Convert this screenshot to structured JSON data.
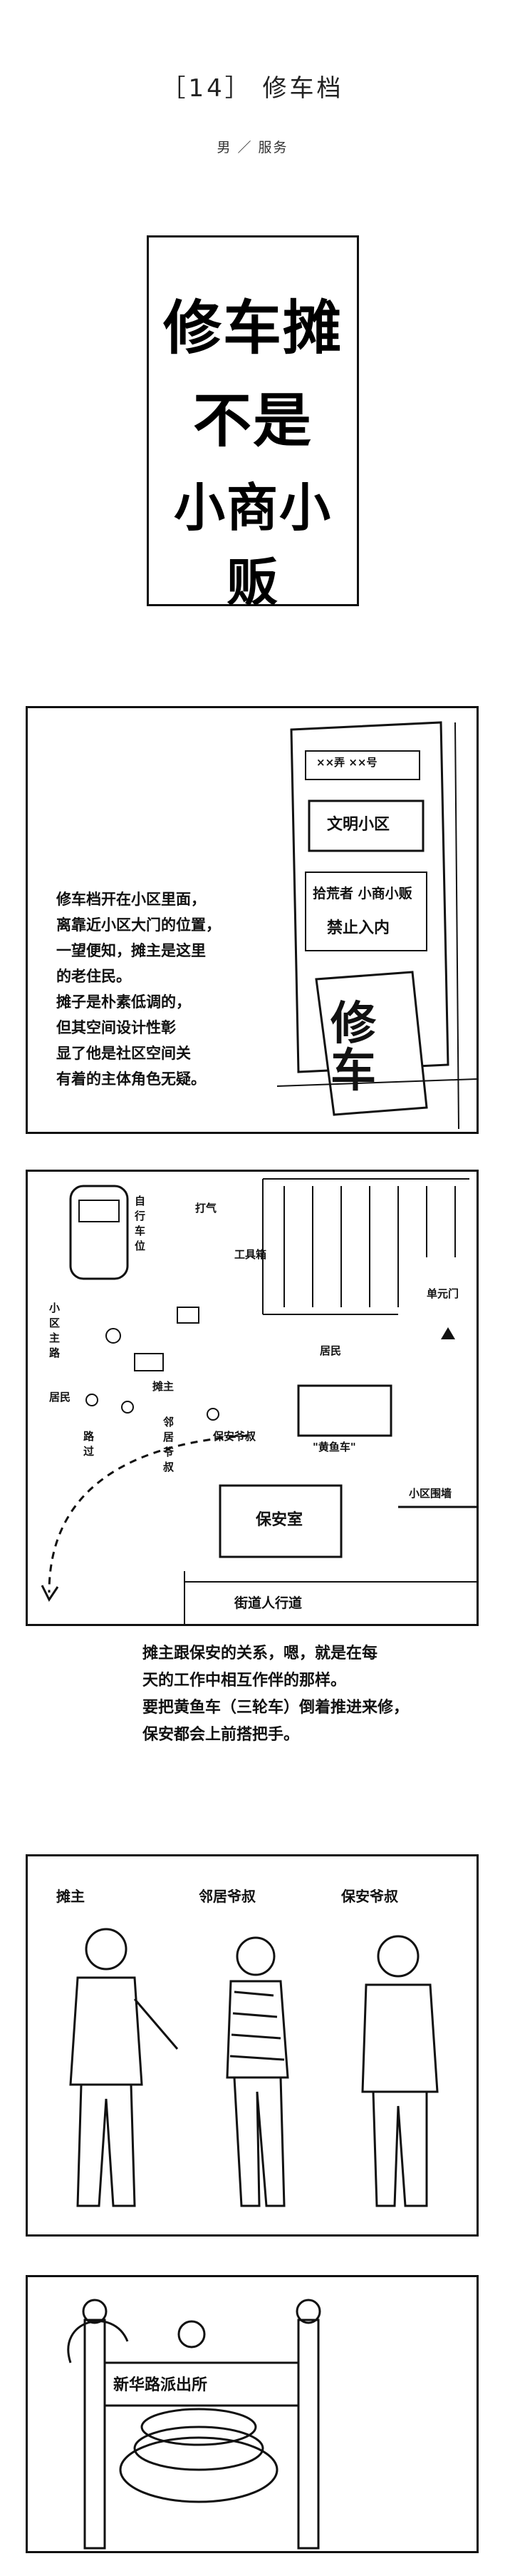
{
  "header": {
    "title": "［14］ 修车档",
    "subtitle": "男 ／ 服务"
  },
  "title_sign": {
    "line1": "修车摊",
    "line2": "不是",
    "line3": "小商小贩"
  },
  "panel1": {
    "text": [
      "修车档开在小区里面，",
      "离靠近小区大门的位置，",
      "一望便知，摊主是这里",
      "的老住民。",
      "摊子是朴素低调的，",
      "但其空间设计性彰",
      "显了他是社区空间关",
      "有着的主体角色无疑。"
    ],
    "sign_top": "××弄 ××号",
    "sign_community": "文明小区",
    "sign_notice1": "拾荒者 小商小贩",
    "sign_notice2": "禁止入内",
    "banner": "修车"
  },
  "panel2": {
    "labels": {
      "bike_parking": "自行车位",
      "pump": "打气",
      "toolbox": "工具箱",
      "gate": "单元门",
      "main_road": "小区主路",
      "resident": "居民",
      "stall_owner": "摊主",
      "resident2": "居民",
      "yellow_car": "\"黄鱼车\"",
      "neighbor_uncle": "邻居爷叔",
      "guard_uncle": "保安爷叔",
      "guard_room": "保安室",
      "wall": "小区围墙",
      "sidewalk": "街道人行道",
      "stall_owner2": "摊主",
      "passing": "路过"
    }
  },
  "caption": {
    "lines": [
      "摊主跟保安的关系，嗯，就是在每",
      "天的工作中相互作伴的那样。",
      "要把黄鱼车（三轮车）倒着推进来修，",
      "保安都会上前搭把手。"
    ]
  },
  "panel3": {
    "labels": [
      "摊主",
      "邻居爷叔",
      "保安爷叔"
    ]
  },
  "panel4": {
    "plaque": "新华路派出所"
  }
}
